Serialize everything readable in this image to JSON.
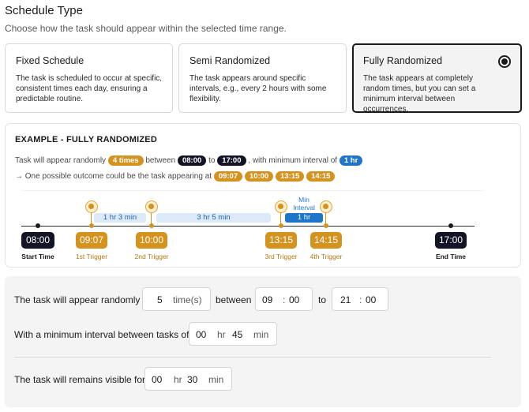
{
  "header": {
    "title": "Schedule Type",
    "subtitle": "Choose how the task should appear within the selected time range."
  },
  "cards": [
    {
      "title": "Fixed Schedule",
      "description": "The task is scheduled to occur at specific, consistent times each day, ensuring a predictable routine.",
      "selected": false
    },
    {
      "title": "Semi Randomized",
      "description": "The task appears around specific intervals, e.g., every 2 hours with some flexibility.",
      "selected": false
    },
    {
      "title": "Fully Randomized",
      "description": "The task appears at completely random times, but you can set a minimum interval between occurrences.",
      "selected": true
    }
  ],
  "example": {
    "title": "EXAMPLE - FULLY RANDOMIZED",
    "line1": {
      "t1": "Task will appear randomly",
      "count": "4 times",
      "t2": "between",
      "start": "08:00",
      "t3": "to",
      "end": "17:00",
      "t4": ", with minimum interval of",
      "interval": "1 hr"
    },
    "line2": {
      "text": "→ One possible outcome could be the task appearing at",
      "times": [
        "09:07",
        "10:00",
        "13:15",
        "14:15"
      ]
    },
    "timeline": {
      "start": {
        "time": "08:00",
        "label": "Start Time"
      },
      "end": {
        "time": "17:00",
        "label": "End Time"
      },
      "triggers": [
        {
          "time": "09:07",
          "label": "1st Trigger"
        },
        {
          "time": "10:00",
          "label": "2nd Trigger"
        },
        {
          "time": "13:15",
          "label": "3rd Trigger"
        },
        {
          "time": "14:15",
          "label": "4th Trigger"
        }
      ],
      "gaps": [
        "1 hr 3 min",
        "3 hr 5 min",
        "1 hr"
      ],
      "min_interval_label_1": "Min",
      "min_interval_label_2": "Interval"
    }
  },
  "settings": {
    "row1": {
      "label": "The task will appear randomly",
      "count": "5",
      "count_unit": "time(s)",
      "between": "between",
      "start_hour": "09",
      "start_min": "00",
      "to": "to",
      "end_hour": "21",
      "end_min": "00",
      "sep": ":"
    },
    "row2": {
      "label": "With a minimum interval between tasks of",
      "hours": "00",
      "hr_unit": "hr",
      "minutes": "45",
      "min_unit": "min"
    },
    "row3": {
      "label": "The task will remains visible for",
      "hours": "00",
      "hr_unit": "hr",
      "minutes": "30",
      "min_unit": "min"
    }
  },
  "colors": {
    "accent_orange": "#d4931f",
    "dark": "#141427",
    "blue": "#1f75c8"
  }
}
